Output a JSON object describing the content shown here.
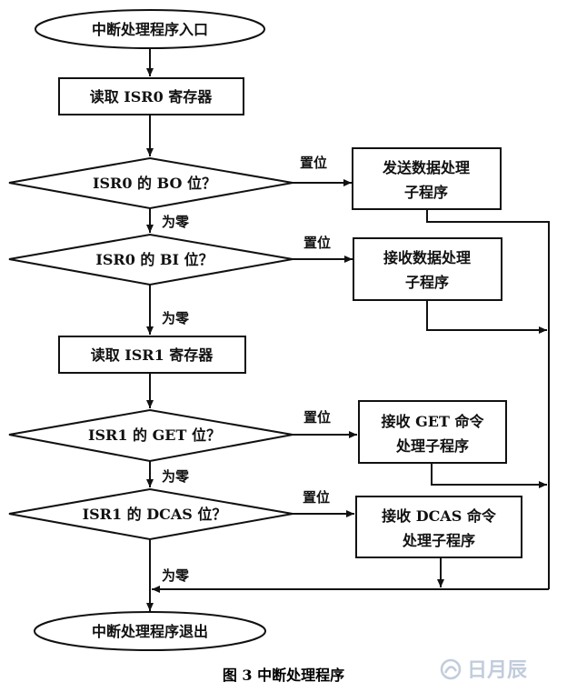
{
  "nodes": {
    "start": "中断处理程序入口",
    "read_isr0": "读取 ISR0 寄存器",
    "d_isr0_b0": "ISR0 的 BO 位？",
    "p_send_1": "发送数据处理",
    "p_send_2": "子程序",
    "d_isr0_b1": "ISR0 的 BI 位？",
    "p_recv_1": "接收数据处理",
    "p_recv_2": "子程序",
    "read_isr1": "读取 ISR1 寄存器",
    "d_isr1_get": "ISR1 的 GET 位？",
    "p_get_1": "接收 GET 命令",
    "p_get_2": "处理子程序",
    "d_isr1_dcas": "ISR1 的 DCAS 位？",
    "p_dcas_1": "接收 DCAS 命令",
    "p_dcas_2": "处理子程序",
    "end": "中断处理程序退出"
  },
  "edges": {
    "set_1": "置位",
    "zero_1": "为零",
    "set_2": "置位",
    "zero_2": "为零",
    "set_3": "置位",
    "zero_3": "为零",
    "set_4": "置位",
    "zero_4": "为零"
  },
  "caption": "图 3  中断处理程序",
  "watermark": "日月辰"
}
